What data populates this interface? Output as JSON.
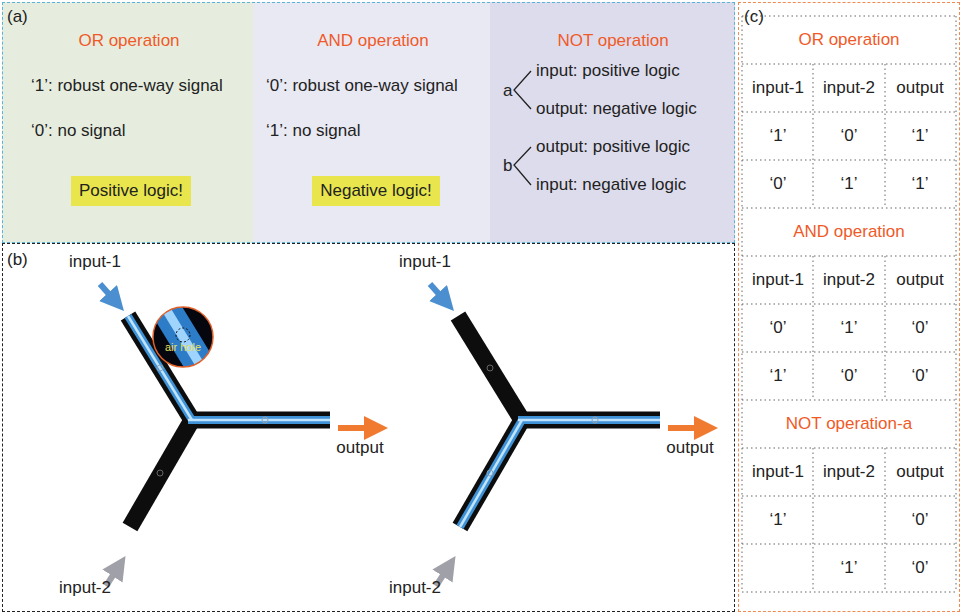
{
  "diagram": {
    "nodes": [
      {
        "text": [
          "(a)"
        ]
      },
      {
        "text": [
          "OR operation",
          "‘1’: robust one-way signal",
          "‘0’: no signal"
        ],
        "in": 0
      },
      {
        "text": [
          "Positive logic!"
        ],
        "in": 1
      },
      {
        "text": [
          "AND operation",
          "‘0’: robust one-way signal",
          "‘1’: no signal"
        ],
        "in": 0
      },
      {
        "text": [
          "Negative logic!"
        ],
        "in": 3
      },
      {
        "text": [
          "NOT operation",
          "a",
          "input: positive logic",
          "output: negative logic",
          "b",
          "output: positive logic",
          "input: negative logic"
        ],
        "in": 0
      },
      {
        "text": [
          "(b)"
        ]
      },
      {
        "text": [
          "(c)"
        ]
      }
    ],
    "labels": [
      "input-1",
      "air hole",
      "output",
      "input-2",
      "input-1",
      "output",
      "input-2",
      "OR operation",
      "input-1",
      "input-2",
      "output",
      "‘1’",
      "‘0’",
      "‘1’",
      "‘0’",
      "‘1’",
      "‘1’",
      "AND operation",
      "input-1",
      "input-2",
      "output",
      "‘0’",
      "‘1’",
      "‘0’",
      "‘1’",
      "‘0’",
      "‘0’",
      "NOT operation-a",
      "input-1",
      "input-2",
      "output",
      "‘1’",
      "‘0’",
      "‘1’",
      "‘0’"
    ]
  }
}
